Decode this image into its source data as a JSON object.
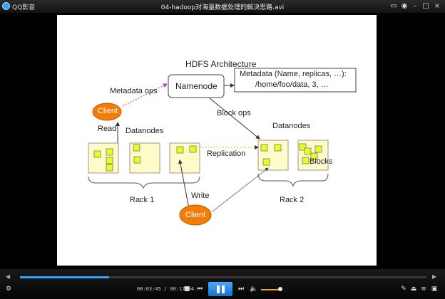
{
  "app": {
    "name": "QQ影音",
    "file_title": "04-hadoop对海量数据处理的解决思路.avi"
  },
  "slide": {
    "title": "HDFS Architecture",
    "namenode": "Namenode",
    "metadata_line1": "Metadata (Name, replicas, …):",
    "metadata_line2": "/home/foo/data, 3, …",
    "metadata_ops": "Metadata ops",
    "client_top": "Client",
    "read": "Read",
    "datanodes_left": "Datanodes",
    "block_ops": "Block ops",
    "datanodes_right": "Datanodes",
    "replication": "Replication",
    "blocks": "Blocks",
    "rack1": "Rack 1",
    "rack2": "Rack 2",
    "write": "Write",
    "client_bottom": "Client"
  },
  "player": {
    "time_current": "00:03:45",
    "time_separator": " / ",
    "time_total": "00:17:04",
    "progress": 0.22,
    "volume": 0.9
  },
  "colors": {
    "client_fill": "#f47d0a",
    "block_fill": "#e6ff1e",
    "node_fill": "#fdfbc9",
    "accent": "#1b6fd0"
  }
}
